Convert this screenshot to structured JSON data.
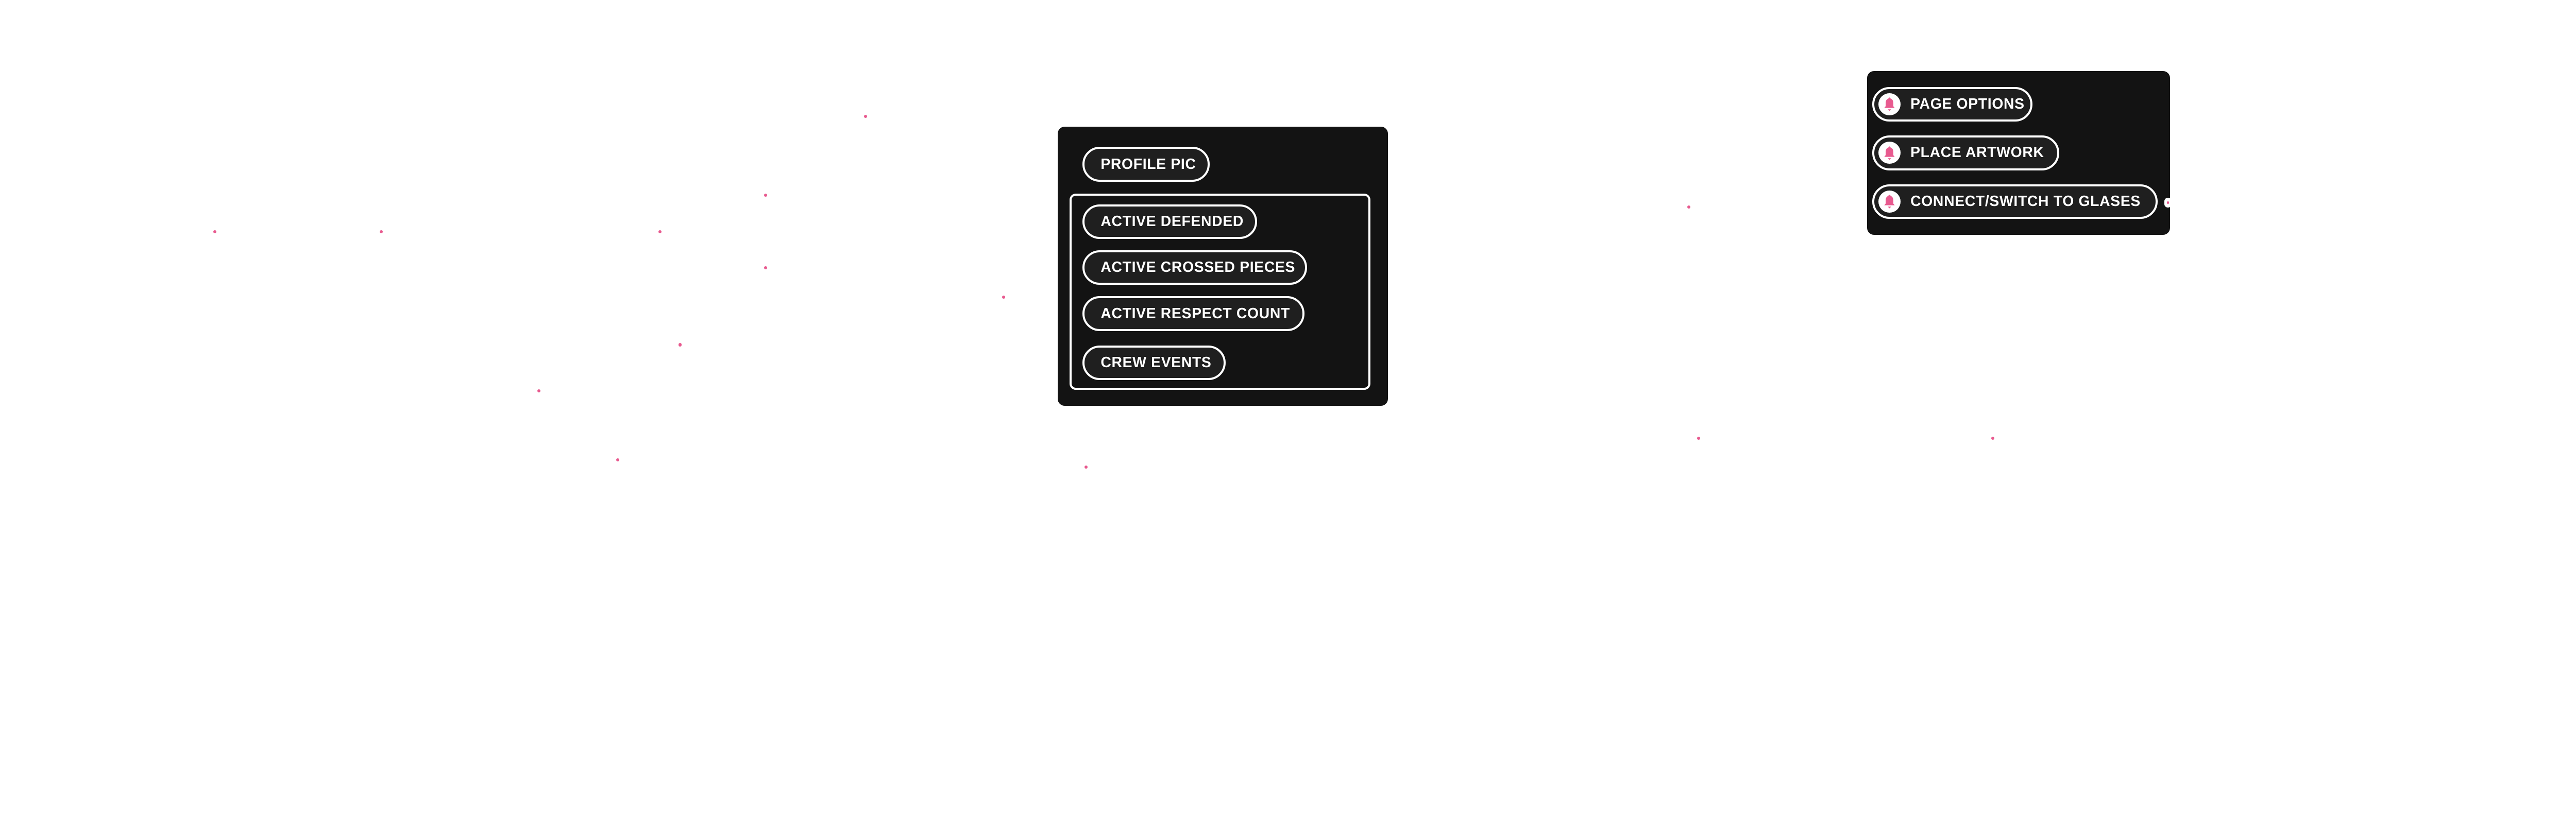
{
  "accent_color": "#e85a8f",
  "left_panel": {
    "top_button": "PROFILE PIC",
    "group_buttons": [
      "ACTIVE DEFENDED",
      "ACTIVE CROSSED PIECES",
      "ACTIVE RESPECT COUNT",
      "CREW EVENTS"
    ]
  },
  "right_panel": {
    "buttons": [
      {
        "label": "PAGE OPTIONS",
        "icon": "bell-icon"
      },
      {
        "label": "PLACE ARTWORK",
        "icon": "bell-icon"
      },
      {
        "label": "CONNECT/SWITCH TO GLASES",
        "icon": "bell-icon"
      }
    ]
  }
}
